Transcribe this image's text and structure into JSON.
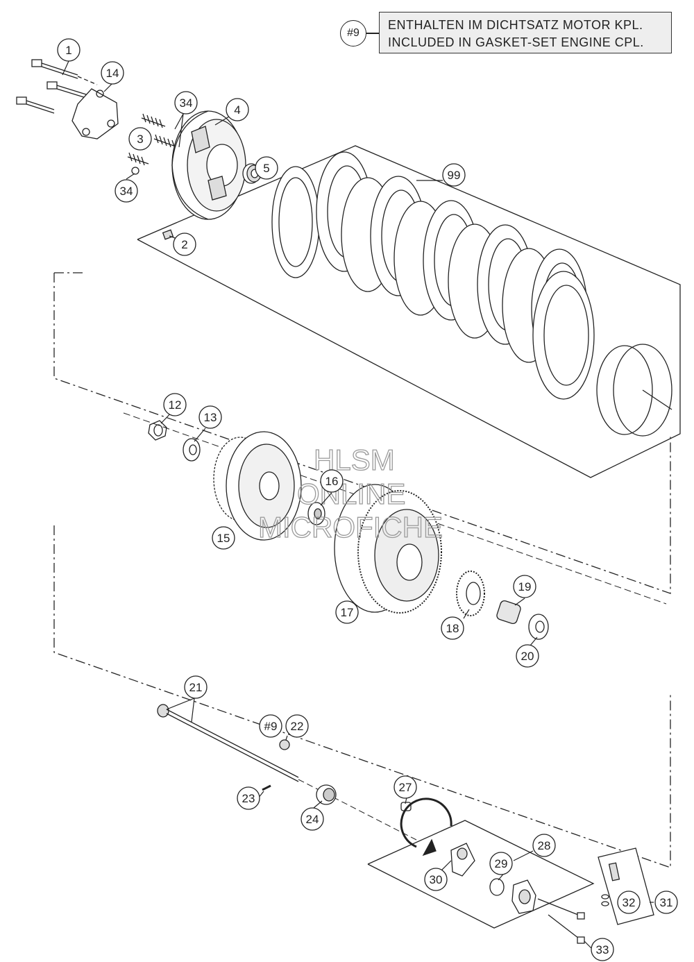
{
  "legend": {
    "tag": "#9",
    "line1": "ENTHALTEN IM DICHTSATZ MOTOR KPL.",
    "line2": "INCLUDED IN GASKET-SET ENGINE CPL."
  },
  "watermark": {
    "line1": "HLSM",
    "line2": "ONLINE",
    "line3": "MICROFICHE"
  },
  "callouts": [
    {
      "id": "c1",
      "label": "1"
    },
    {
      "id": "c14",
      "label": "14"
    },
    {
      "id": "c34a",
      "label": "34"
    },
    {
      "id": "c4",
      "label": "4"
    },
    {
      "id": "c3",
      "label": "3"
    },
    {
      "id": "c5",
      "label": "5"
    },
    {
      "id": "c34b",
      "label": "34"
    },
    {
      "id": "c2",
      "label": "2"
    },
    {
      "id": "c99",
      "label": "99"
    },
    {
      "id": "c12",
      "label": "12"
    },
    {
      "id": "c13",
      "label": "13"
    },
    {
      "id": "c16",
      "label": "16"
    },
    {
      "id": "c15",
      "label": "15"
    },
    {
      "id": "c19",
      "label": "19"
    },
    {
      "id": "c17",
      "label": "17"
    },
    {
      "id": "c18",
      "label": "18"
    },
    {
      "id": "c20",
      "label": "20"
    },
    {
      "id": "c21",
      "label": "21"
    },
    {
      "id": "c9b",
      "label": "#9"
    },
    {
      "id": "c22",
      "label": "22"
    },
    {
      "id": "c23",
      "label": "23"
    },
    {
      "id": "c24",
      "label": "24"
    },
    {
      "id": "c27",
      "label": "27"
    },
    {
      "id": "c28",
      "label": "28"
    },
    {
      "id": "c29",
      "label": "29"
    },
    {
      "id": "c30",
      "label": "30"
    },
    {
      "id": "c32",
      "label": "32"
    },
    {
      "id": "c31",
      "label": "31"
    },
    {
      "id": "c33",
      "label": "33"
    }
  ]
}
